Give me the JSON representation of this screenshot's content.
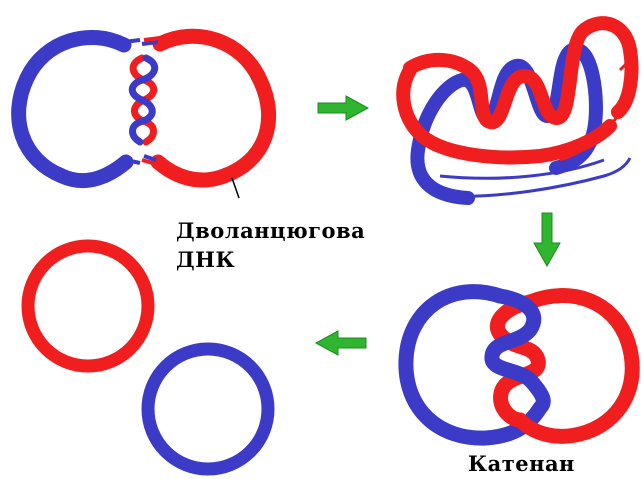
{
  "colors": {
    "strand_blue": "#3b3bc7",
    "strand_red": "#f01e1e",
    "arrow_green": "#2fb52f",
    "label_text": "#000000"
  },
  "labels": {
    "dna_line1": "Дволанцюгова",
    "dna_line2": "ДНК",
    "catenane": "Катенан"
  }
}
